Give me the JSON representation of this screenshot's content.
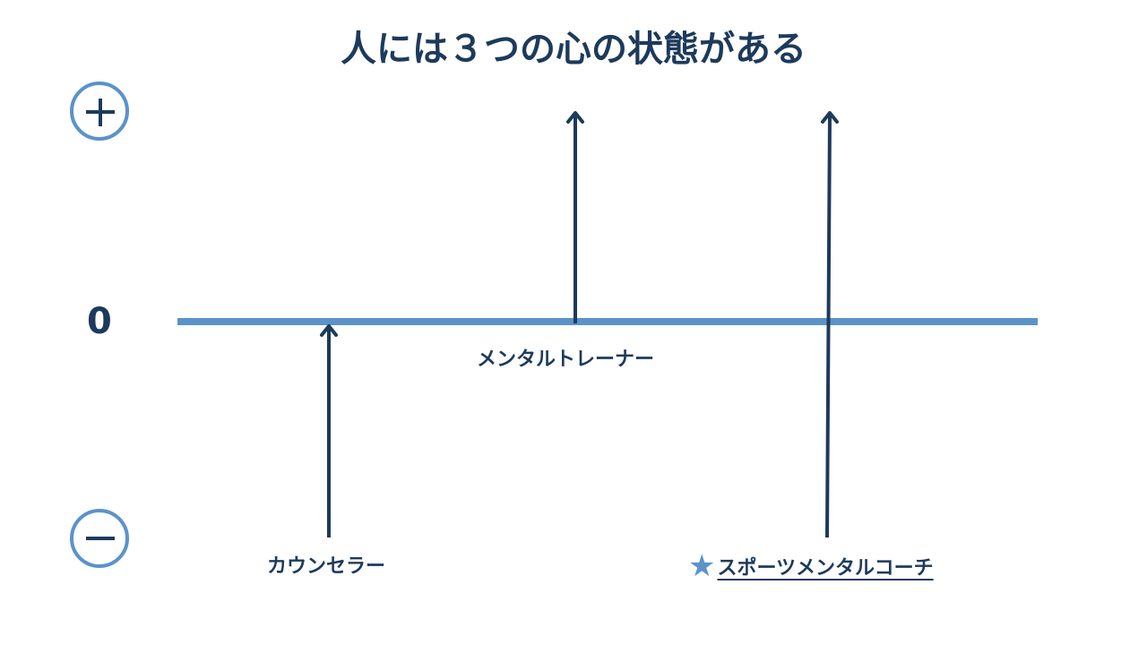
{
  "title": "人には３つの心の状態がある",
  "axis": {
    "plus": "+",
    "zero": "0",
    "minus": "−"
  },
  "labels": {
    "counselor": "カウンセラー",
    "trainer": "メンタルトレーナー",
    "coach": "スポーツメンタルコーチ",
    "coach_marker": "★"
  },
  "colors": {
    "navy": "#1d3a5c",
    "blue": "#5b93c9"
  }
}
